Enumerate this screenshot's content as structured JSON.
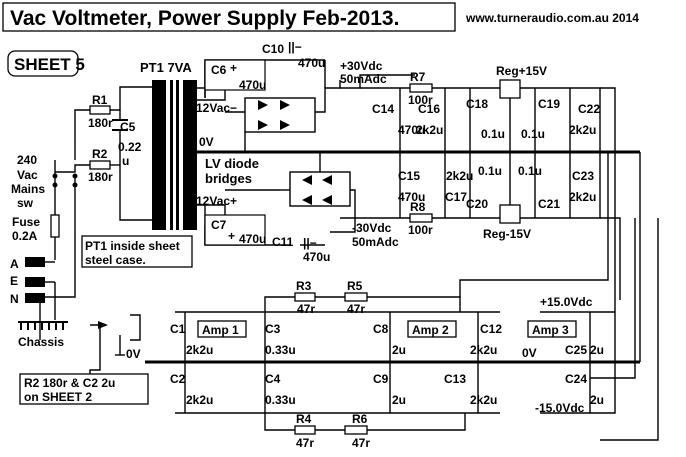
{
  "header": {
    "title": "Vac Voltmeter,  Power Supply  Feb-2013.",
    "website": "www.turneraudio.com.au 2014",
    "sheet": "SHEET 5"
  },
  "transformer": {
    "name": "PT1 7VA",
    "case_note_1": "PT1 inside sheet",
    "case_note_2": "steel case.",
    "sec_upper": "12Vac−",
    "sec_lower": "12Vac+",
    "center": "0V"
  },
  "mains": {
    "v": "240",
    "vac": "Vac",
    "m": "Mains",
    "sw": "sw",
    "fuse": "Fuse",
    "fuse_rating": "0.2A",
    "a": "A",
    "e": "E",
    "n": "N",
    "chassis": "Chassis"
  },
  "bridge_label_1": "LV diode",
  "bridge_label_2": "bridges",
  "rails": {
    "pos_v": "+30Vdc",
    "pos_i": "50mAdc",
    "neg_v": "-30Vdc",
    "neg_i": "50mAdc",
    "reg_pos": "Reg+15V",
    "reg_neg": "Reg-15V",
    "amp_pos": "+15.0Vdc",
    "amp_neg": "-15.0Vdc",
    "zero": "0V",
    "zero_bottom": "0V"
  },
  "parts": {
    "R1": "R1",
    "R1v": "180r",
    "R2": "R2",
    "R2v": "180r",
    "C5": "C5",
    "C5v1": "0.22",
    "C5v2": "u",
    "C6": "C6",
    "C6v": "470u",
    "C7": "C7",
    "C7v": "470u",
    "C10": "C10",
    "C10v": "470u",
    "C11": "C11",
    "C11v": "470u",
    "R7": "R7",
    "R7v": "100r",
    "R8": "R8",
    "R8v": "100r",
    "C14": "C14",
    "C14v": "470u",
    "C15": "C15",
    "C15v": "470u",
    "C16": "C16",
    "C16v": "2k2u",
    "C17": "C17",
    "C17v": "2k2u",
    "C18": "C18",
    "C18v": "0.1u",
    "C19": "C19",
    "C19v": "0.1u",
    "C20": "C20",
    "C20v": "0.1u",
    "C21": "C21",
    "C21v": "0.1u",
    "C22": "C22",
    "C22v": "2k2u",
    "C23": "C23",
    "C23v": "2k2u",
    "R3": "R3",
    "R3v": "47r",
    "R4": "R4",
    "R4v": "47r",
    "R5": "R5",
    "R5v": "47r",
    "R6": "R6",
    "R6v": "47r",
    "C1": "C1",
    "C1v": "2k2u",
    "C2": "C2",
    "C2v": "2k2u",
    "C3": "C3",
    "C3v": "0.33u",
    "C4": "C4",
    "C4v": "0.33u",
    "C8": "C8",
    "C8v": "2u",
    "C9": "C9",
    "C9v": "2u",
    "C12": "C12",
    "C12v": "2k2u",
    "C13": "C13",
    "C13v": "2k2u",
    "C24": "C24",
    "C24v": "2u",
    "C25": "C25",
    "C25v": "2u"
  },
  "amps": {
    "amp1": "Amp 1",
    "amp2": "Amp 2",
    "amp3": "Amp 3"
  },
  "note": {
    "line1": "R2 180r & C2 2u",
    "line2": "on SHEET 2"
  }
}
